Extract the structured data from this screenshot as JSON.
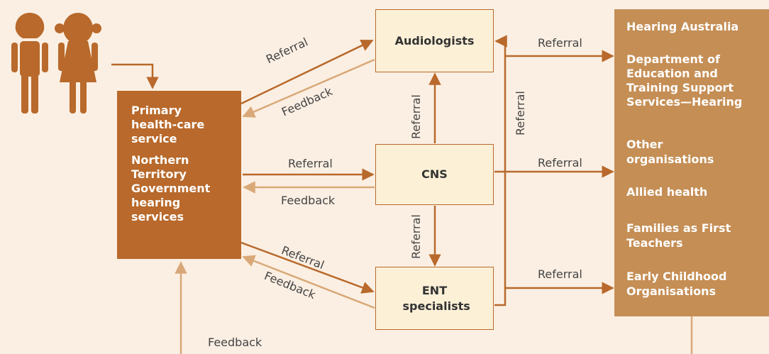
{
  "colors": {
    "background": "#fbefe3",
    "dark_brown": "#b8692b",
    "light_brown": "#d9a878",
    "box_fill": "#fcf0d7",
    "org_fill": "#c58e55"
  },
  "icons": [
    "boy-icon",
    "girl-icon"
  ],
  "nodes": {
    "primary": {
      "line1": "Primary health-care service",
      "line2": "Northern Territory Government hearing services"
    },
    "audiologists": "Audiologists",
    "cns": "CNS",
    "ent": "ENT specialists",
    "organisations": [
      "Hearing Australia",
      "Department of Education and Training Support Services—Hearing",
      "Other organisations",
      "Allied health",
      "Families as First Teachers",
      "Early Childhood Organisations"
    ]
  },
  "edge_labels": {
    "referral": "Referral",
    "feedback": "Feedback"
  }
}
